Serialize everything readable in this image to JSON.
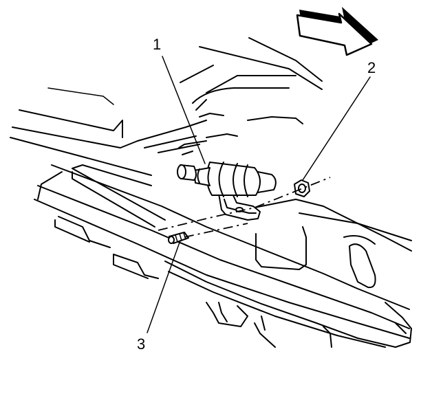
{
  "callouts": [
    {
      "label": "1"
    },
    {
      "label": "2"
    },
    {
      "label": "3"
    }
  ],
  "colors": {
    "ink": "#000000",
    "background": "#ffffff"
  },
  "icons": [
    "direction-arrow-icon"
  ]
}
